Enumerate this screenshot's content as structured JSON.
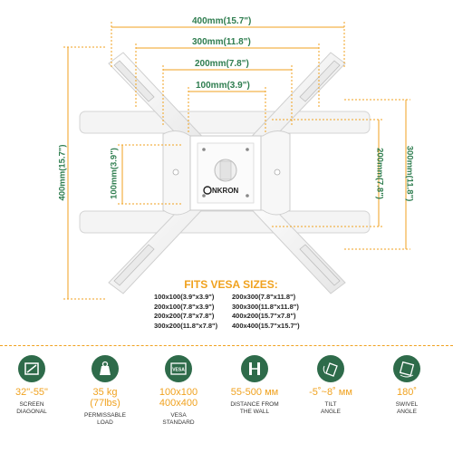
{
  "diagram": {
    "dims": {
      "w400": "400mm(15.7\")",
      "w300": "300mm(11.8\")",
      "w200": "200mm(7.8\")",
      "w100": "100mm(3.9\")",
      "h400": "400mm(15.7\")",
      "h100": "100mm(3.9\")",
      "h200": "200mm(7.8\")",
      "h300": "300mm(11.8\")"
    },
    "brand": "ONKRON"
  },
  "vesa": {
    "title": "FITS VESA SIZES:",
    "left_col": [
      "100x100(3.9\"x3.9\")",
      "200x100(7.8\"x3.9\")",
      "200x200(7.8\"x7.8\")",
      "300x200(11.8\"x7.8\")"
    ],
    "right_col": [
      "200x300(7.8\"x11.8\")",
      "300x300(11.8\"x11.8\")",
      "400x200(15.7\"x7.8\")",
      "400x400(15.7\"x15.7\")"
    ]
  },
  "features": [
    {
      "icon": "screen-diagonal-icon",
      "value": "32\"-55\"",
      "label": "SCREEN\nDIAGONAL"
    },
    {
      "icon": "weight-icon",
      "value": "35 kg\n(77lbs)",
      "label": "PERMISSABLE\nLOAD"
    },
    {
      "icon": "vesa-icon",
      "value": "100x100\n400x400",
      "label": "VESA\nSTANDARD"
    },
    {
      "icon": "wall-distance-icon",
      "value": "55-500 мм",
      "label": "DISTANCE FROM\nTHE WALL"
    },
    {
      "icon": "tilt-icon",
      "value": "-5˚~8˚ мм",
      "label": "TILT\nANGLE"
    },
    {
      "icon": "swivel-icon",
      "value": "180˚",
      "label": "SWIVEL\nANGLE"
    }
  ],
  "icon_text": {
    "vesa": "VESA"
  },
  "colors": {
    "accent": "#f0a21f",
    "green": "#2e7d4f",
    "icon_bg": "#2e6b4a"
  }
}
